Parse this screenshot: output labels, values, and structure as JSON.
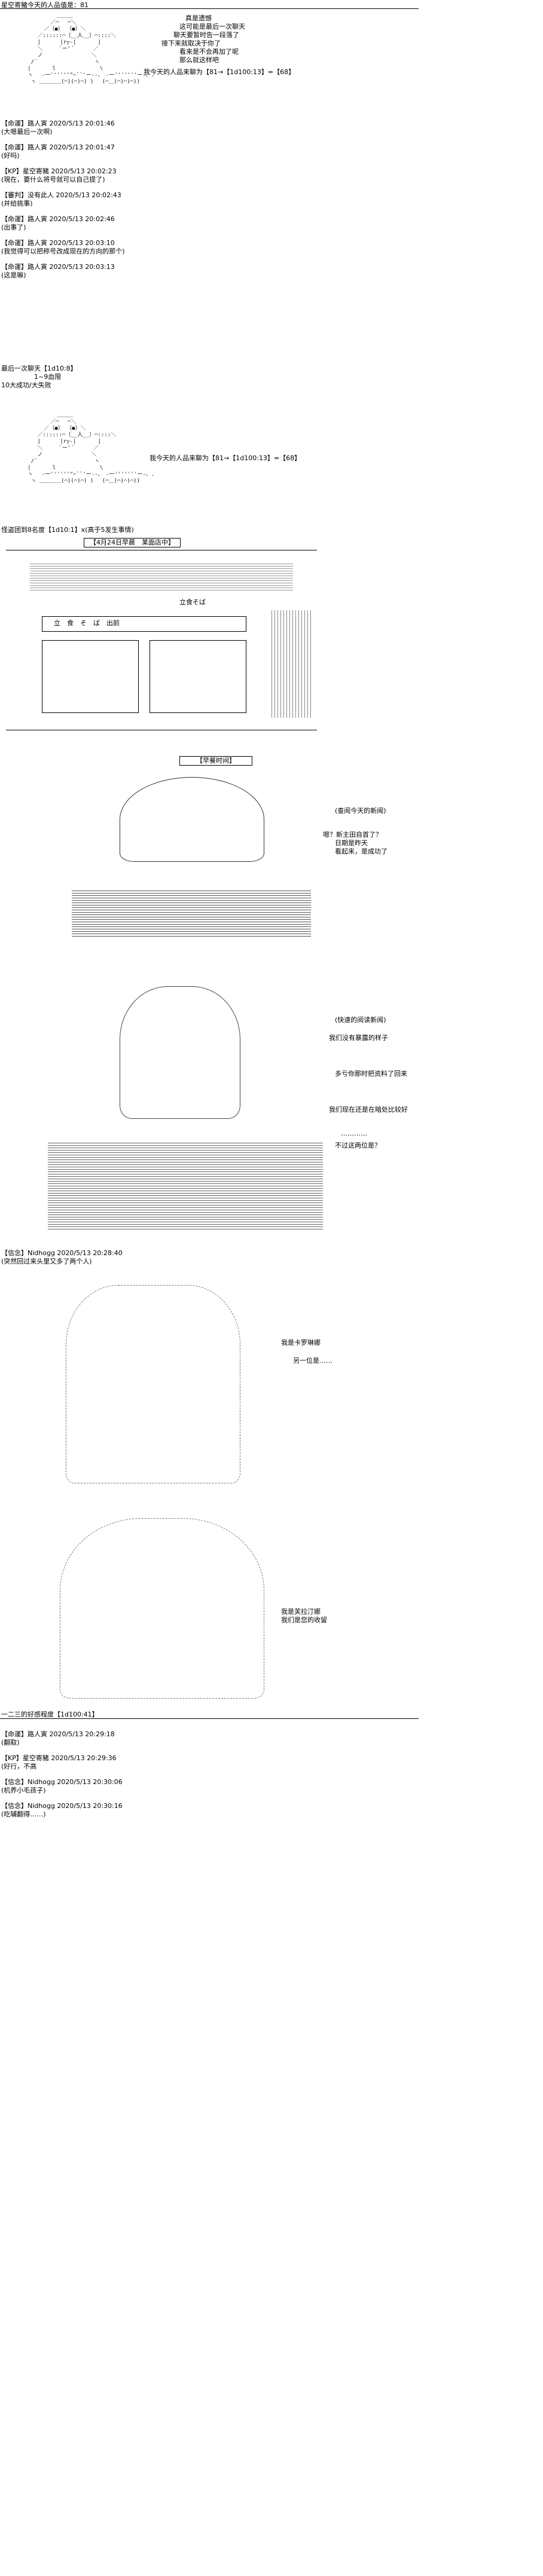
{
  "header": {
    "title": "星空寄豬今天的人品值是：81"
  },
  "blocks": [
    {
      "aa": "            ＿＿＿\n          ／⌒　 ⌒＼\n        ／（●） （●）＼\n      ／::::::⌒（__人__）⌒::::＼\n      |　　　 |r┬-|　　　　|\n      ＼　　　`ー'´　　　 ／\n      ノ　　　　　　　　　＼\n    /´　　　　　　　　　　 ヽ\n   |　　　　l　　　　　　 　 \\\n   ヽ　 -一''''''\"~``'ー--、　-一'''''''ー-、.\n    ヽ ＿＿＿＿(⌒)(⌒)⌒) )　 (⌒＿(⌒)⌒)⌒))",
      "lines": [
        "真是遗憾",
        "这可能是最后一次聊天",
        "聊天要暂时告一段落了",
        "接下来就取决于你了",
        "看来是不会再加了呢",
        "那么就这样吧"
      ],
      "say": "我今天的人品来聊为【81→【1d100:13】=【68】"
    },
    {
      "posts": [
        "【命運】路人寅 2020/5/13 20:01:46\n(大嗯最后一次啊)",
        "【命運】路人寅 2020/5/13 20:01:47\n(好吗)",
        "【KP】星空寄豬 2020/5/13 20:02:23\n(現在，要什么将号就可以自己提了)",
        "【審判】没有此人 2020/5/13 20:02:43\n(并给挑事)",
        "【命運】路人寅 2020/5/13 20:02:46\n(出事了)",
        "【命運】路人寅 2020/5/13 20:03:10\n(我觉得可以把称号改成现在的方向的那个)",
        "【命運】路人寅 2020/5/13 20:03:13\n(这是嘛)"
      ]
    },
    {
      "text": "最后一次聊天【1d10:8】\n　　　　　1~9血限\n10大成功/大失败"
    },
    {
      "say": "我今天的人品来聊为【81→【1d100:13】=【68】"
    },
    {
      "text": "怪盗团到8名度【1d10:1】x(高于5发生事情)"
    }
  ],
  "scene1": {
    "label": "【4月24日早晨　某面店中】",
    "sign": "立　食　そ　ば　出前",
    "shop": "立食そば"
  },
  "scene2": {
    "label": "【早餐时间】",
    "news": [
      "(查阅今天的新闻)",
      "嗯？新主田自首了？",
      "日期是昨天",
      "看起来，是成功了"
    ]
  },
  "scene3": {
    "lines": [
      "(快速的阅读新闻)",
      "我们没有暴露的样子",
      "多亏你那时把资料了回来",
      "我们现在还是在暗处比较好",
      "…………",
      "不过这两位是？"
    ]
  },
  "posts2": [
    "【信念】Nidhogg 2020/5/13 20:28:40\n(突然回过来头里又多了两个人)"
  ],
  "scene4": {
    "lines": [
      "我是卡罗琳娜",
      "另一位是……"
    ]
  },
  "scene5": {
    "lines": [
      "我是芙拉汀娜",
      "我们是您的收留"
    ]
  },
  "footer": {
    "roll": "一二三的好感程度【1d100:41】",
    "posts": [
      "【命運】路人寅 2020/5/13 20:29:18\n(翻取)",
      "【KP】星空寄豬 2020/5/13 20:29:36\n(好行，不高",
      "【信念】Nidhogg 2020/5/13 20:30:06\n(机养小毛孩子)",
      "【信念】Nidhogg 2020/5/13 20:30:16\n(吃辅翻得……)"
    ]
  }
}
